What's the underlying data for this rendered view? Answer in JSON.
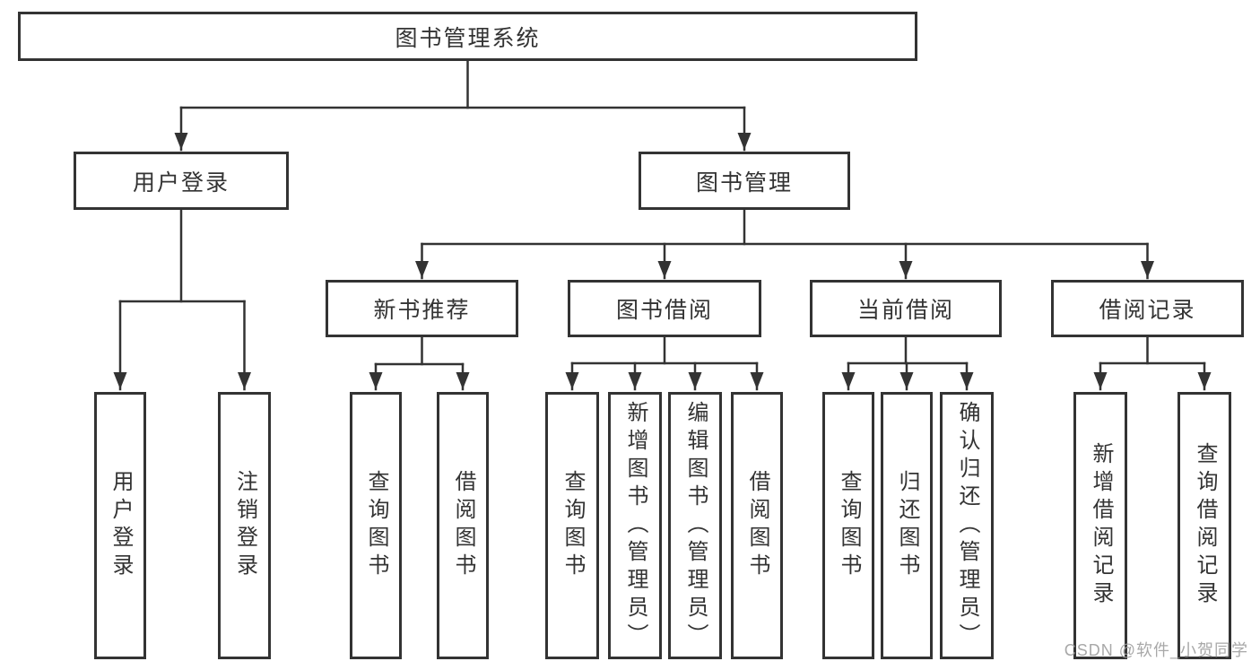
{
  "colors": {
    "background": "#ffffff",
    "line": "#333333",
    "box_border": "#333333",
    "text": "#333333",
    "watermark": "#9e9e9e"
  },
  "root": {
    "label": "图书管理系统"
  },
  "user_login": {
    "label": "用户登录",
    "children": [
      {
        "label": "用户登录"
      },
      {
        "label": "注销登录"
      }
    ]
  },
  "book_management": {
    "label": "图书管理",
    "children": [
      {
        "label": "新书推荐",
        "children": [
          {
            "label": "查询图书"
          },
          {
            "label": "借阅图书"
          }
        ]
      },
      {
        "label": "图书借阅",
        "children": [
          {
            "label": "查询图书"
          },
          {
            "label": "新增图书（管理员）"
          },
          {
            "label": "编辑图书（管理员）"
          },
          {
            "label": "借阅图书"
          }
        ]
      },
      {
        "label": "当前借阅",
        "children": [
          {
            "label": "查询图书"
          },
          {
            "label": "归还图书"
          },
          {
            "label": "确认归还（管理员）"
          }
        ]
      },
      {
        "label": "借阅记录",
        "children": [
          {
            "label": "新增借阅记录"
          },
          {
            "label": "查询借阅记录"
          }
        ]
      }
    ]
  },
  "watermark": {
    "text": "CSDN @软件_小贺同学"
  }
}
